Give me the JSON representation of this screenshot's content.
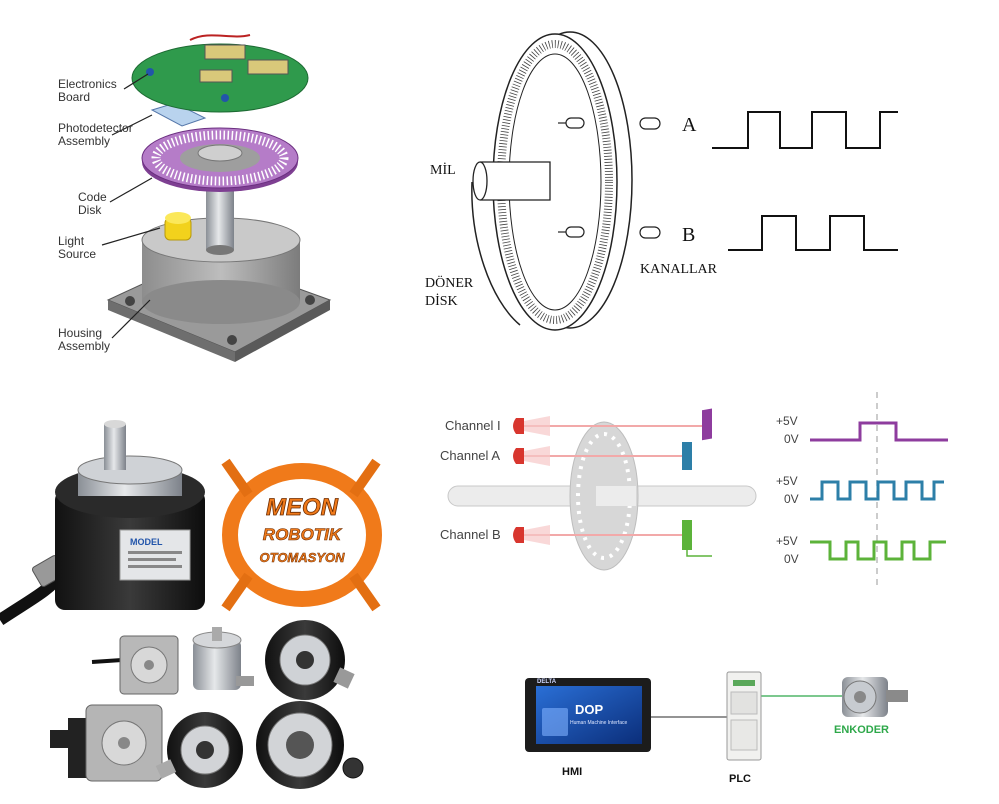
{
  "exploded_view": {
    "labels": [
      "Electronics Board",
      "Photodetector Assembly",
      "Code Disk",
      "Light Source",
      "Housing Assembly"
    ],
    "label_lines": {
      "electronics": [
        "Electronics",
        "Board"
      ],
      "photodetector": [
        "Photodetector",
        "Assembly"
      ],
      "code_disk": [
        "Code",
        "Disk"
      ],
      "light_source": [
        "Light",
        "Source"
      ],
      "housing": [
        "Housing",
        "Assembly"
      ]
    }
  },
  "disk_diagram": {
    "shaft_label": "MİL",
    "disk_label_lines": [
      "DÖNER",
      "DİSK"
    ],
    "channel_a": "A",
    "channel_b": "B",
    "channels_label": "KANALLAR"
  },
  "channel_diagram": {
    "channels": [
      "Channel I",
      "Channel A",
      "Channel B"
    ],
    "high": "+5V",
    "low": "0V",
    "colors": {
      "channel_i": "#8e3c9e",
      "channel_a": "#2d7fa8",
      "channel_b": "#5cb33a"
    }
  },
  "logo": {
    "line1": "MEON",
    "line2": "ROBOTIK",
    "line3": "OTOMASYON",
    "color": "#f07a1a"
  },
  "photos": {
    "encoder_model": "MODEL"
  },
  "system": {
    "hmi_screen_title": "DOP",
    "hmi_screen_subtitle": "Human Machine Interface",
    "hmi_brand": "DELTA",
    "hmi_label": "HMI",
    "plc_label": "PLC",
    "encoder_label": "ENKODER",
    "encoder_label_color": "#2ea84a"
  }
}
